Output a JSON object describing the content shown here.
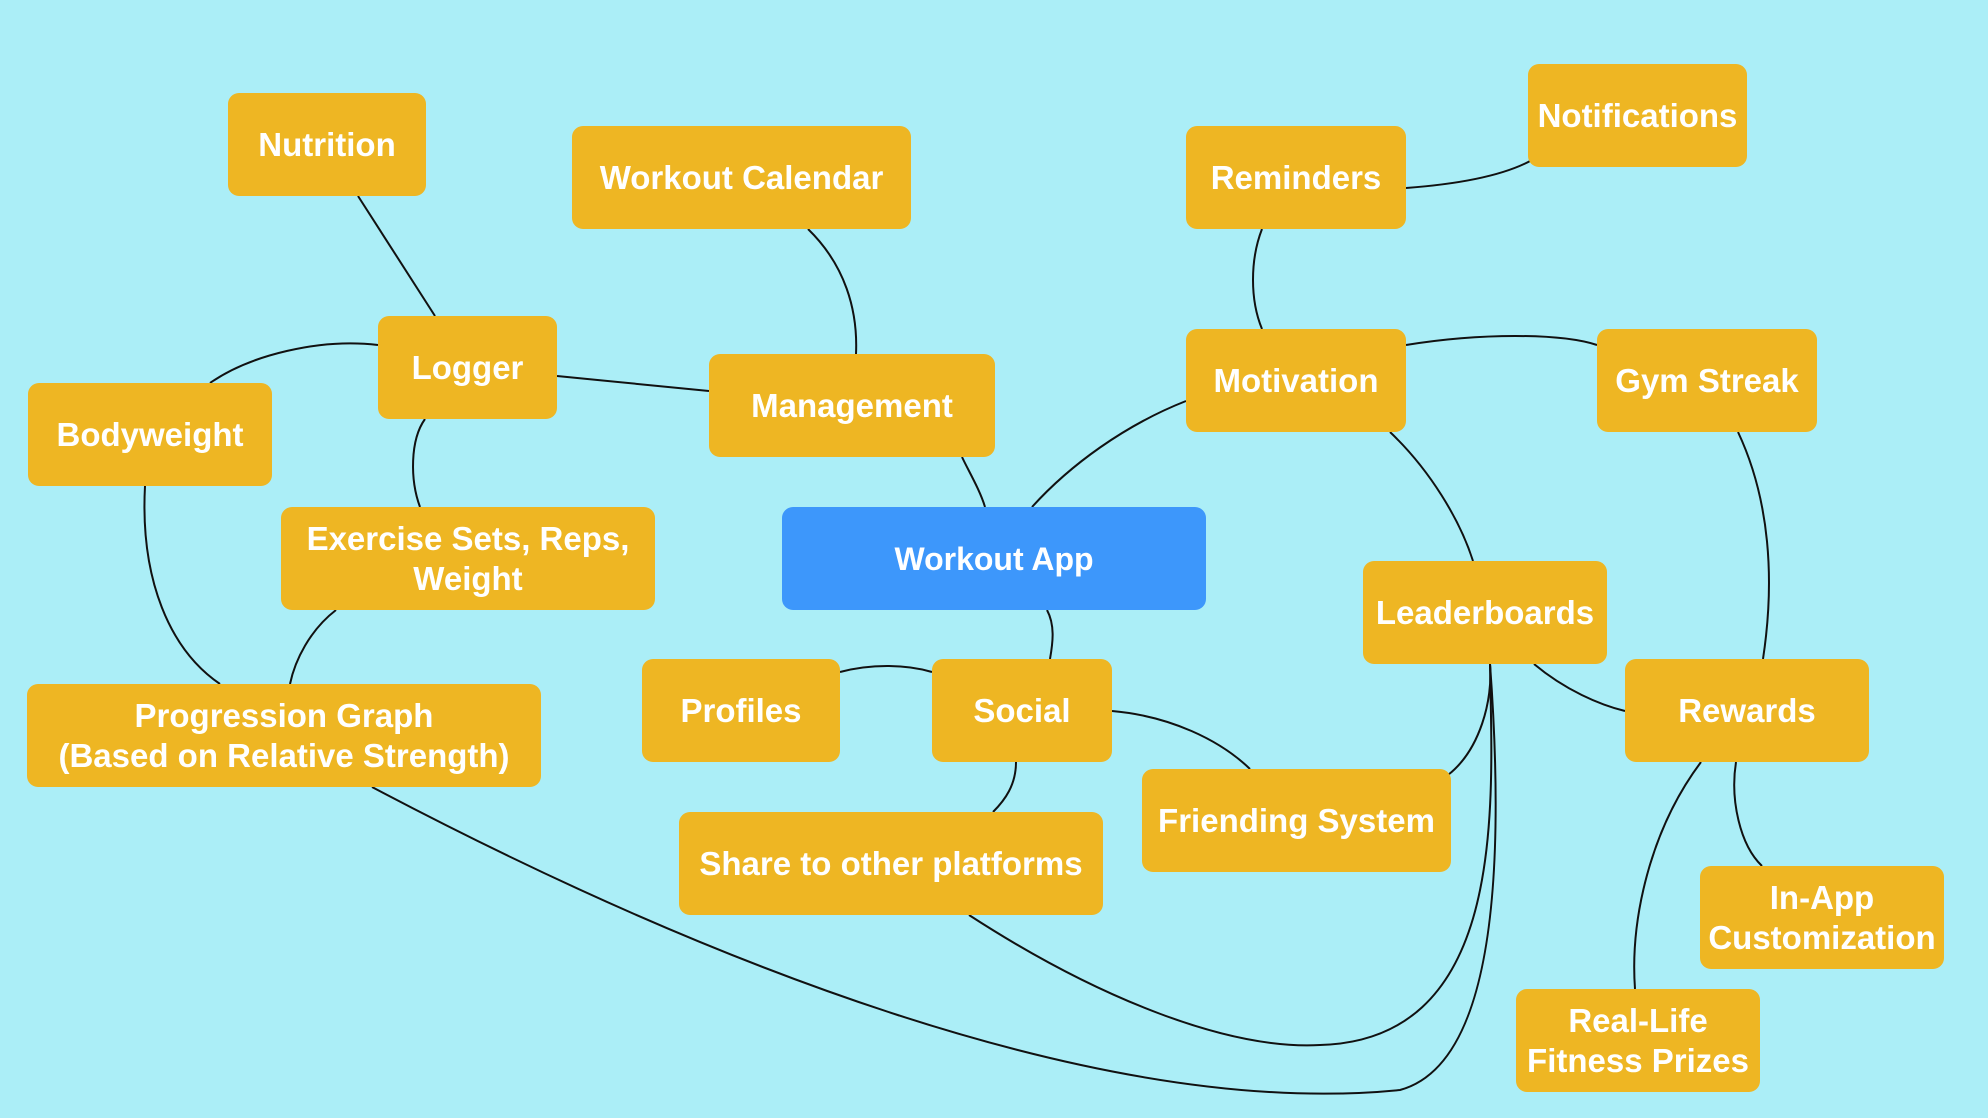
{
  "diagram": {
    "central_node": "Workout App",
    "nodes": {
      "nutrition": "Nutrition",
      "workout_calendar": "Workout Calendar",
      "reminders": "Reminders",
      "notifications": "Notifications",
      "logger": "Logger",
      "management": "Management",
      "motivation": "Motivation",
      "gym_streak": "Gym Streak",
      "bodyweight": "Bodyweight",
      "exercise_sets": "Exercise Sets, Reps,\nWeight",
      "leaderboards": "Leaderboards",
      "profiles": "Profiles",
      "social": "Social",
      "progression_graph": "Progression Graph\n(Based on Relative Strength)",
      "rewards": "Rewards",
      "friending_system": "Friending System",
      "share": "Share to other platforms",
      "in_app_customization": "In-App\nCustomization",
      "real_life_prizes": "Real-Life\nFitness Prizes"
    },
    "connections": [
      [
        "workout_app",
        "management"
      ],
      [
        "workout_app",
        "motivation"
      ],
      [
        "workout_app",
        "social"
      ],
      [
        "management",
        "workout_calendar"
      ],
      [
        "management",
        "logger"
      ],
      [
        "logger",
        "nutrition"
      ],
      [
        "logger",
        "bodyweight"
      ],
      [
        "logger",
        "exercise_sets"
      ],
      [
        "bodyweight",
        "progression_graph"
      ],
      [
        "exercise_sets",
        "progression_graph"
      ],
      [
        "progression_graph",
        "leaderboards"
      ],
      [
        "motivation",
        "reminders"
      ],
      [
        "reminders",
        "notifications"
      ],
      [
        "motivation",
        "gym_streak"
      ],
      [
        "motivation",
        "leaderboards"
      ],
      [
        "gym_streak",
        "rewards"
      ],
      [
        "leaderboards",
        "rewards"
      ],
      [
        "leaderboards",
        "friending_system"
      ],
      [
        "leaderboards",
        "share"
      ],
      [
        "rewards",
        "in_app_customization"
      ],
      [
        "rewards",
        "real_life_prizes"
      ],
      [
        "social",
        "profiles"
      ],
      [
        "social",
        "friending_system"
      ],
      [
        "social",
        "share"
      ]
    ]
  },
  "colors": {
    "background": "#abeef7",
    "node": "#eeb623",
    "central_node": "#3d97fb",
    "text": "#ffffff",
    "connector": "#111111"
  }
}
